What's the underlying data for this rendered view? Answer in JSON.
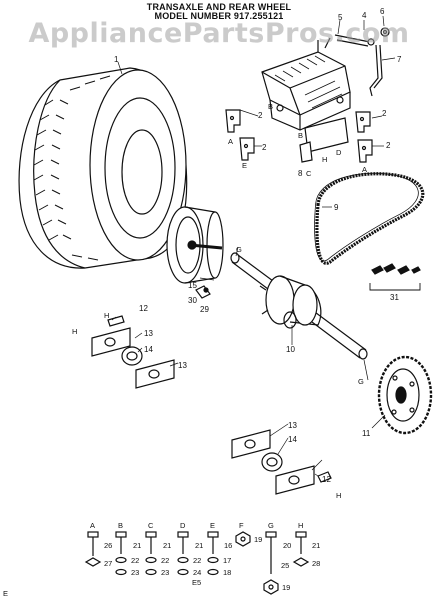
{
  "header": {
    "title_line1": "TRANSAXLE AND REAR WHEEL",
    "title_line2": "MODEL NUMBER 917.255121"
  },
  "watermark": "AppliancePartsPros.com",
  "footer": {
    "code": "E5",
    "corner_mark": "E"
  },
  "callouts": {
    "n1": "1",
    "n2a": "2",
    "n2b": "2",
    "n2c": "2",
    "n2d": "2",
    "n4": "4",
    "n5": "5",
    "n6": "6",
    "n7": "7",
    "n8": "8",
    "n9": "9",
    "n10": "10",
    "n11": "11",
    "n12a": "12",
    "n12b": "12",
    "n13a": "13",
    "n13b": "13",
    "n13c": "13",
    "n14a": "14",
    "n14b": "14",
    "n15": "15",
    "n29": "29",
    "n30": "30",
    "n31": "31",
    "lA1": "A",
    "lA2": "A",
    "lB1": "B",
    "lB2": "B",
    "lC1": "C",
    "lD1": "D",
    "lH1": "H",
    "lE1": "E",
    "lG1": "G",
    "lG2": "G",
    "lH2": "H",
    "lH3": "H",
    "lH4": "H"
  },
  "hardware": {
    "A": {
      "letter": "A",
      "n1": "26",
      "n2": "27"
    },
    "B": {
      "letter": "B",
      "n1": "21",
      "n2": "22",
      "n3": "23"
    },
    "C": {
      "letter": "C",
      "n1": "21",
      "n2": "22",
      "n3": "23"
    },
    "D": {
      "letter": "D",
      "n1": "21",
      "n2": "22",
      "n3": "24"
    },
    "E": {
      "letter": "E",
      "n1": "16",
      "n2": "17",
      "n3": "18"
    },
    "F": {
      "letter": "F",
      "n1": "19"
    },
    "G": {
      "letter": "G",
      "n1": "20",
      "n2": "25",
      "n3": "19"
    },
    "H": {
      "letter": "H",
      "n1": "21",
      "n2": "28"
    }
  }
}
